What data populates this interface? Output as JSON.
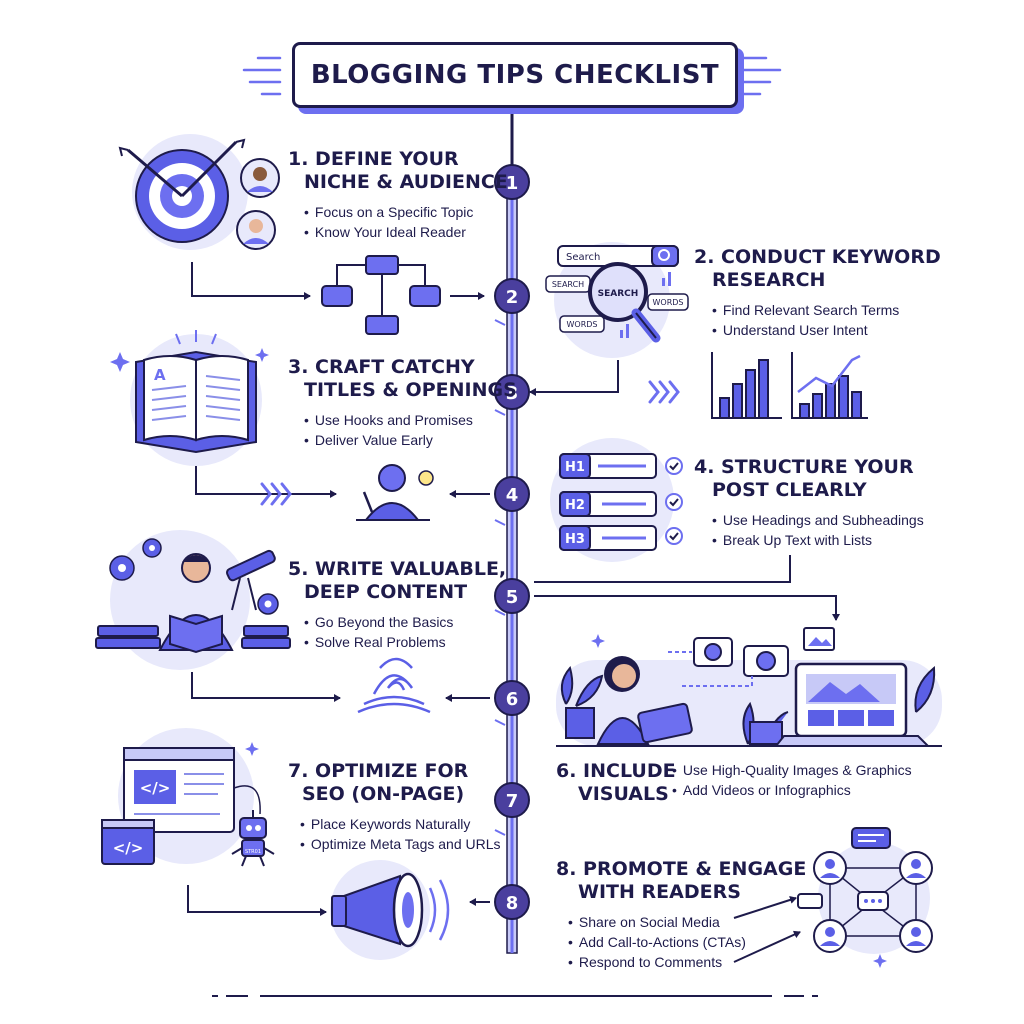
{
  "title": "BLOGGING TIPS CHECKLIST",
  "steps": [
    {
      "num": "1",
      "title_lines": [
        "1. DEFINE YOUR",
        "NICHE & AUDIENCE"
      ],
      "bullets": [
        "Focus on a Specific Topic",
        "Know Your Ideal Reader"
      ]
    },
    {
      "num": "2",
      "title_lines": [
        "2. CONDUCT KEYWORD",
        "RESEARCH"
      ],
      "bullets": [
        "Find Relevant Search Terms",
        "Understand User Intent"
      ]
    },
    {
      "num": "3",
      "title_lines": [
        "3. CRAFT CATCHY",
        "TITLES & OPENINGS"
      ],
      "bullets": [
        "Use Hooks and Promises",
        "Deliver Value Early"
      ]
    },
    {
      "num": "4",
      "title_lines": [
        "4. STRUCTURE YOUR",
        "POST CLEARLY"
      ],
      "bullets": [
        "Use Headings and Subheadings",
        "Break Up Text with Lists"
      ]
    },
    {
      "num": "5",
      "title_lines": [
        "5. WRITE VALUABLE,",
        "DEEP CONTENT"
      ],
      "bullets": [
        "Go Beyond the Basics",
        "Solve Real Problems"
      ]
    },
    {
      "num": "6",
      "title_lines": [
        "6. INCLUDE",
        "VISUALS"
      ],
      "bullets": [
        "Use High-Quality Images & Graphics",
        "Add Videos or Infographics"
      ]
    },
    {
      "num": "7",
      "title_lines": [
        "7. OPTIMIZE FOR",
        "SEO (ON-PAGE)"
      ],
      "bullets": [
        "Place Keywords Naturally",
        "Optimize Meta Tags and URLs"
      ]
    },
    {
      "num": "8",
      "title_lines": [
        "8. PROMOTE & ENGAGE",
        "WITH READERS"
      ],
      "bullets": [
        "Share on Social Media",
        "Add Call-to-Actions (CTAs)",
        "Respond to Comments"
      ]
    }
  ],
  "illustrations": {
    "search_bar": "Search",
    "search_glass": "SEARCH",
    "search_tags": [
      "SEARCH",
      "WORDS",
      "WORDS"
    ],
    "book_letter": "A",
    "headings": [
      "H1",
      "H2",
      "H3"
    ],
    "robot_label": "STR01",
    "code_symbol": "</>"
  },
  "icons": {
    "niche": "target-icon",
    "keyword": "magnifier-icon",
    "titles": "open-book-icon",
    "structure": "heading-list-icon",
    "content": "reader-telescope-icon",
    "visuals": "camera-laptop-icon",
    "seo": "code-window-robot-icon",
    "promote": "megaphone-network-icon"
  },
  "colors": {
    "navy": "#1e1b4b",
    "accent": "#6d6ff0",
    "light": "#e8e9fb",
    "mid": "#a5a8f3"
  }
}
